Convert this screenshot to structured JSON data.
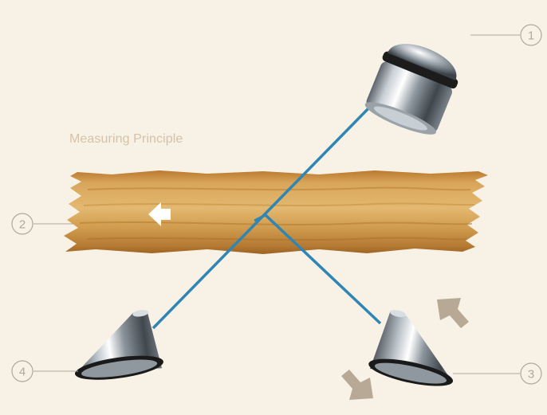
{
  "title": "Measuring Principle",
  "callouts": [
    {
      "id": "1",
      "label": "1"
    },
    {
      "id": "2",
      "label": "2"
    },
    {
      "id": "3",
      "label": "3"
    },
    {
      "id": "4",
      "label": "4"
    }
  ],
  "colors": {
    "background": "#f8f1e6",
    "beam": "#2f86b4",
    "wood_light": "#d8a65a",
    "wood_dark": "#a86a26",
    "arrow": "#b8a896",
    "callout": "#b0a89c",
    "caption": "#d4c3a8"
  }
}
